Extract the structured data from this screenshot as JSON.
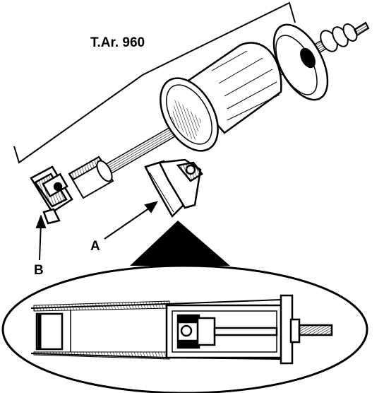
{
  "labels": {
    "tool_name": "T.Ar. 960",
    "part_a": "A",
    "part_b": "B"
  },
  "colors": {
    "ink": "#000000",
    "paper": "#ffffff",
    "shade": "#bdbdbd"
  }
}
